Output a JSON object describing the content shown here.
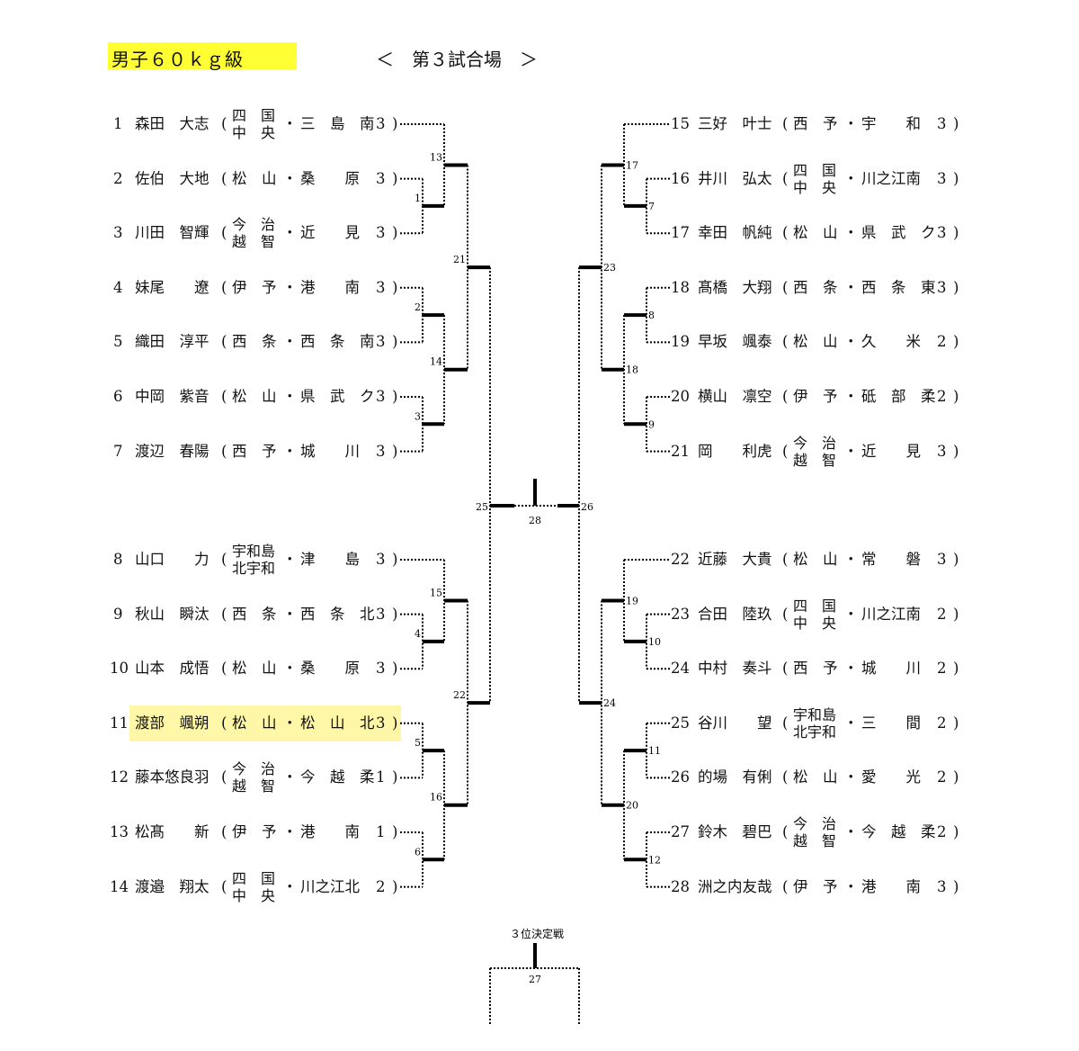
{
  "header": {
    "category": "男子６０ｋｇ級",
    "venue": "＜　第３試合場　＞"
  },
  "left_entries": [
    {
      "seed": "1",
      "name": "森田　大志",
      "region": [
        "四　国",
        "中　央"
      ],
      "school": "三　島　南",
      "grade": "3"
    },
    {
      "seed": "2",
      "name": "佐伯　大地",
      "region": [
        "松　山"
      ],
      "school": "桑　　原",
      "grade": "3"
    },
    {
      "seed": "3",
      "name": "川田　智輝",
      "region": [
        "今　治",
        "越　智"
      ],
      "school": "近　　見",
      "grade": "3"
    },
    {
      "seed": "4",
      "name": "妹尾　　遼",
      "region": [
        "伊　予"
      ],
      "school": "港　　南",
      "grade": "3"
    },
    {
      "seed": "5",
      "name": "織田　淳平",
      "region": [
        "西　条"
      ],
      "school": "西　条　南",
      "grade": "3"
    },
    {
      "seed": "6",
      "name": "中岡　紫音",
      "region": [
        "松　山"
      ],
      "school": "県　武　ク",
      "grade": "3"
    },
    {
      "seed": "7",
      "name": "渡辺　春陽",
      "region": [
        "西　予"
      ],
      "school": "城　　川",
      "grade": "3"
    },
    {
      "seed": "8",
      "name": "山口　　力",
      "region": [
        "宇和島",
        "北宇和"
      ],
      "school": "津　　島",
      "grade": "3"
    },
    {
      "seed": "9",
      "name": "秋山　瞬汰",
      "region": [
        "西　条"
      ],
      "school": "西　条　北",
      "grade": "3"
    },
    {
      "seed": "10",
      "name": "山本　成悟",
      "region": [
        "松　山"
      ],
      "school": "桑　　原",
      "grade": "3"
    },
    {
      "seed": "11",
      "name": "渡部　颯朔",
      "region": [
        "松　山"
      ],
      "school": "松　山　北",
      "grade": "3"
    },
    {
      "seed": "12",
      "name": "藤本悠良羽",
      "region": [
        "今　治",
        "越　智"
      ],
      "school": "今　越　柔",
      "grade": "1"
    },
    {
      "seed": "13",
      "name": "松髙　　新",
      "region": [
        "伊　予"
      ],
      "school": "港　　南",
      "grade": "1"
    },
    {
      "seed": "14",
      "name": "渡邉　翔太",
      "region": [
        "四　国",
        "中　央"
      ],
      "school": "川之江北",
      "grade": "2"
    }
  ],
  "right_entries": [
    {
      "seed": "15",
      "name": "三好　叶士",
      "region": [
        "西　予"
      ],
      "school": "宇　　和",
      "grade": "3"
    },
    {
      "seed": "16",
      "name": "井川　弘太",
      "region": [
        "四　国",
        "中　央"
      ],
      "school": "川之江南",
      "grade": "3"
    },
    {
      "seed": "17",
      "name": "幸田　帆純",
      "region": [
        "松　山"
      ],
      "school": "県　武　ク",
      "grade": "3"
    },
    {
      "seed": "18",
      "name": "髙橋　大翔",
      "region": [
        "西　条"
      ],
      "school": "西　条　東",
      "grade": "3"
    },
    {
      "seed": "19",
      "name": "早坂　颯泰",
      "region": [
        "松　山"
      ],
      "school": "久　　米",
      "grade": "2"
    },
    {
      "seed": "20",
      "name": "横山　凛空",
      "region": [
        "伊　予"
      ],
      "school": "砥　部　柔",
      "grade": "2"
    },
    {
      "seed": "21",
      "name": "岡　　利虎",
      "region": [
        "今　治",
        "越　智"
      ],
      "school": "近　　見",
      "grade": "3"
    },
    {
      "seed": "22",
      "name": "近藤　大貴",
      "region": [
        "松　山"
      ],
      "school": "常　　磐",
      "grade": "3"
    },
    {
      "seed": "23",
      "name": "合田　陸玖",
      "region": [
        "四　国",
        "中　央"
      ],
      "school": "川之江南",
      "grade": "2"
    },
    {
      "seed": "24",
      "name": "中村　奏斗",
      "region": [
        "西　予"
      ],
      "school": "城　　川",
      "grade": "2"
    },
    {
      "seed": "25",
      "name": "谷川　　望",
      "region": [
        "宇和島",
        "北宇和"
      ],
      "school": "三　　間",
      "grade": "2"
    },
    {
      "seed": "26",
      "name": "的場　有俐",
      "region": [
        "松　山"
      ],
      "school": "愛　　光",
      "grade": "2"
    },
    {
      "seed": "27",
      "name": "鈴木　碧巴",
      "region": [
        "今　治",
        "越　智"
      ],
      "school": "今　越　柔",
      "grade": "2"
    },
    {
      "seed": "28",
      "name": "洲之内友哉",
      "region": [
        "伊　予"
      ],
      "school": "港　　南",
      "grade": "3"
    }
  ],
  "bracket": {
    "punct": {
      "open": "(",
      "close": ")",
      "sep": "・"
    },
    "matches": {
      "m1": "1",
      "m2": "2",
      "m3": "3",
      "m4": "4",
      "m5": "5",
      "m6": "6",
      "m7": "7",
      "m8": "8",
      "m9": "9",
      "m10": "10",
      "m11": "11",
      "m12": "12",
      "m13": "13",
      "m14": "14",
      "m15": "15",
      "m16": "16",
      "m17": "17",
      "m18": "18",
      "m19": "19",
      "m20": "20",
      "m21": "21",
      "m22": "22",
      "m23": "23",
      "m24": "24",
      "m25": "25",
      "m26": "26",
      "m27": "27",
      "m28": "28"
    },
    "third_place_label": "３位決定戦"
  },
  "highlighted_seed": "11"
}
